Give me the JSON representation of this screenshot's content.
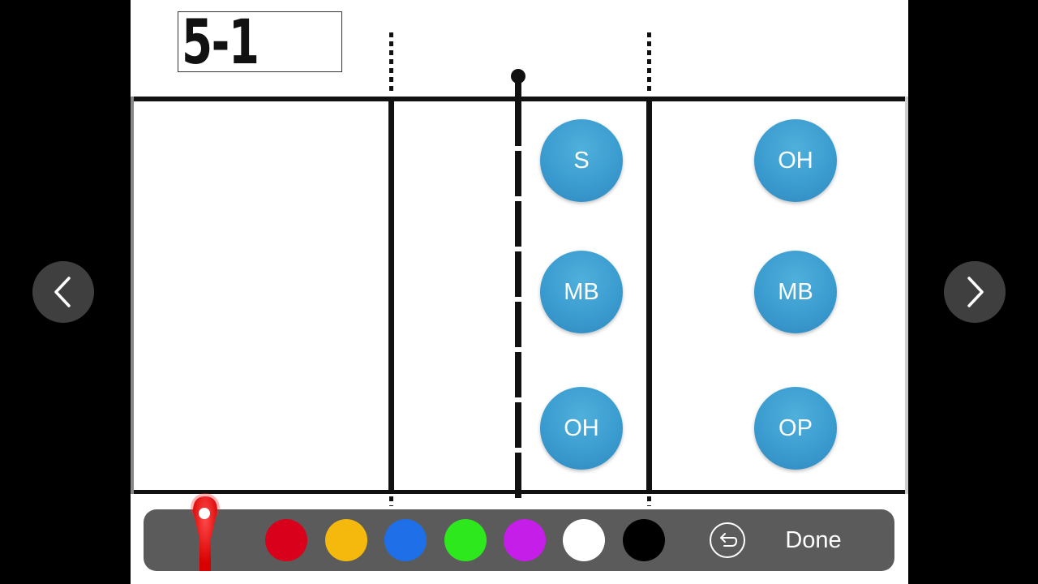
{
  "rotation_title": "5-1",
  "players": [
    {
      "id": "s",
      "label": "S"
    },
    {
      "id": "oh-right-top",
      "label": "OH"
    },
    {
      "id": "mb-left",
      "label": "MB"
    },
    {
      "id": "mb-right",
      "label": "MB"
    },
    {
      "id": "oh-left-bottom",
      "label": "OH"
    },
    {
      "id": "op",
      "label": "OP"
    }
  ],
  "toolbar": {
    "done_label": "Done",
    "selected_tool": "red-marker",
    "colors": [
      "#d9001b",
      "#f5b90d",
      "#1e6fe8",
      "#2ee81e",
      "#c41ee8",
      "#ffffff",
      "#000000"
    ]
  },
  "navigation": {
    "prev_icon": "chevron-left-icon",
    "next_icon": "chevron-right-icon"
  },
  "accent_colors": {
    "player_fill": "#3b9cd0",
    "toolbar_bg": "#5b5b5b"
  }
}
